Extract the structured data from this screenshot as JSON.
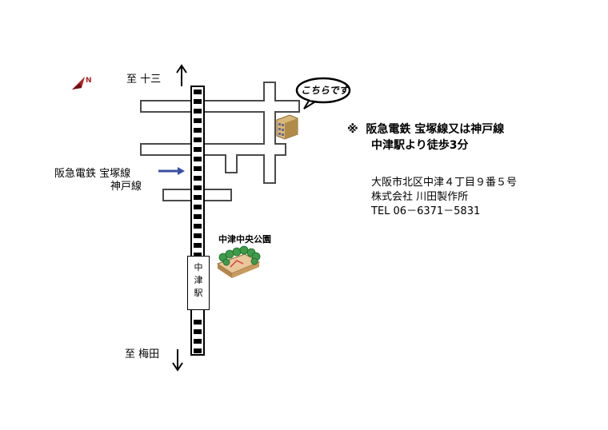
{
  "labels": {
    "north_direction": "至 十三",
    "south_direction": "至 梅田",
    "railway_line1": "阪急電鉄 宝塚線",
    "railway_line2": "神戸線",
    "park_name": "中津中央公園",
    "callout": "こちらです",
    "station_chars": [
      "中",
      "津",
      "駅"
    ]
  },
  "info": {
    "note_mark": "※",
    "line1": "阪急電鉄 宝塚線又は神戸線",
    "line2": "中津駅より徒歩3分"
  },
  "address": {
    "line1": "大阪市北区中津４丁目９番５号",
    "line2": "株式会社 川田製作所",
    "line3": "TEL 06－6371－5831"
  },
  "colors": {
    "road_fill": "#ffffff",
    "road_edge": "#4a4a4a",
    "arrow_blue": "#3a4fa0",
    "north_marker": "#b22222",
    "building": "#c9a56a",
    "park_green": "#3f9a4a"
  },
  "icons": [
    "north-marker-icon",
    "building-icon",
    "park-icon",
    "arrow-up-icon",
    "arrow-down-icon",
    "arrow-right-icon"
  ]
}
